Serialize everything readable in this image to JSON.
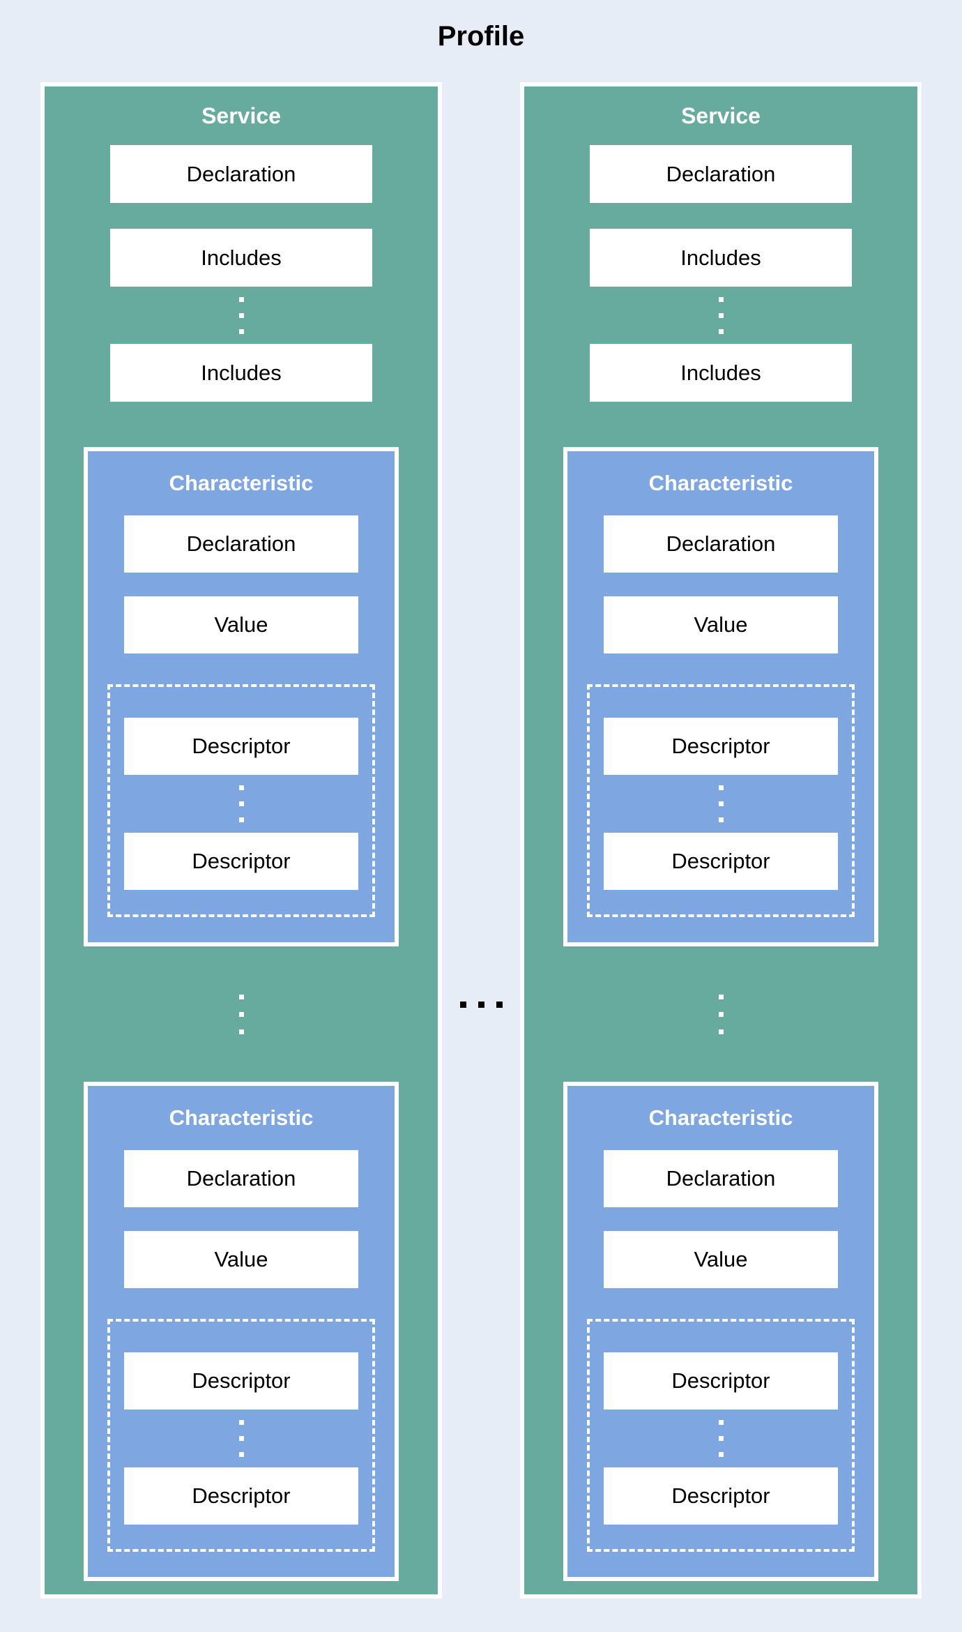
{
  "title": "Profile",
  "colors": {
    "background": "#e7edf6",
    "service_fill": "#67ab9f",
    "characteristic_fill": "#7ea6e0",
    "box_fill": "#ffffff",
    "border_white": "#ffffff",
    "title_text": "#000000",
    "label_text": "#ffffff",
    "box_text": "#000000",
    "ellipsis_dots": "#000000"
  },
  "services": [
    {
      "label": "Service",
      "declaration": "Declaration",
      "includes": [
        "Includes",
        "Includes"
      ],
      "characteristics": [
        {
          "label": "Characteristic",
          "declaration": "Declaration",
          "value": "Value",
          "descriptors": [
            "Descriptor",
            "Descriptor"
          ]
        },
        {
          "label": "Characteristic",
          "declaration": "Declaration",
          "value": "Value",
          "descriptors": [
            "Descriptor",
            "Descriptor"
          ]
        }
      ]
    },
    {
      "label": "Service",
      "declaration": "Declaration",
      "includes": [
        "Includes",
        "Includes"
      ],
      "characteristics": [
        {
          "label": "Characteristic",
          "declaration": "Declaration",
          "value": "Value",
          "descriptors": [
            "Descriptor",
            "Descriptor"
          ]
        },
        {
          "label": "Characteristic",
          "declaration": "Declaration",
          "value": "Value",
          "descriptors": [
            "Descriptor",
            "Descriptor"
          ]
        }
      ]
    }
  ]
}
